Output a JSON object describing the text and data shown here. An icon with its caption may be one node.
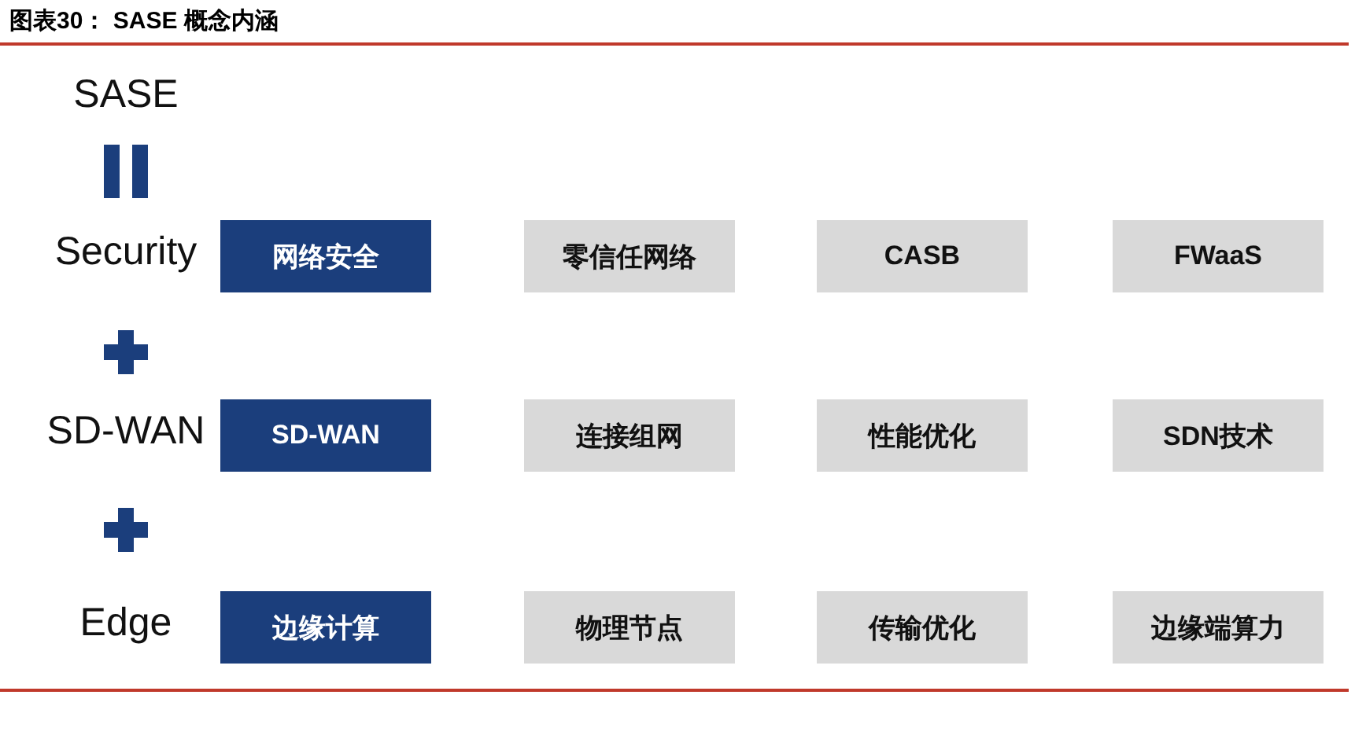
{
  "diagram": {
    "title": "图表30： SASE 概念内涵",
    "nodes": [
      {
        "text": [
          "网络安全"
        ]
      },
      {
        "text": [
          "零信任网络"
        ]
      },
      {
        "text": [
          "CASB"
        ]
      },
      {
        "text": [
          "FWaaS"
        ]
      },
      {
        "text": [
          "SD-WAN"
        ]
      },
      {
        "text": [
          "连接组网"
        ]
      },
      {
        "text": [
          "性能优化"
        ]
      },
      {
        "text": [
          "SDN技术"
        ]
      },
      {
        "text": [
          "边缘计算"
        ]
      },
      {
        "text": [
          "物理节点"
        ]
      },
      {
        "text": [
          "传输优化"
        ]
      },
      {
        "text": [
          "边缘端算力"
        ]
      }
    ],
    "labels": [
      "SASE",
      "Security",
      "SD-WAN",
      "Edge"
    ]
  }
}
